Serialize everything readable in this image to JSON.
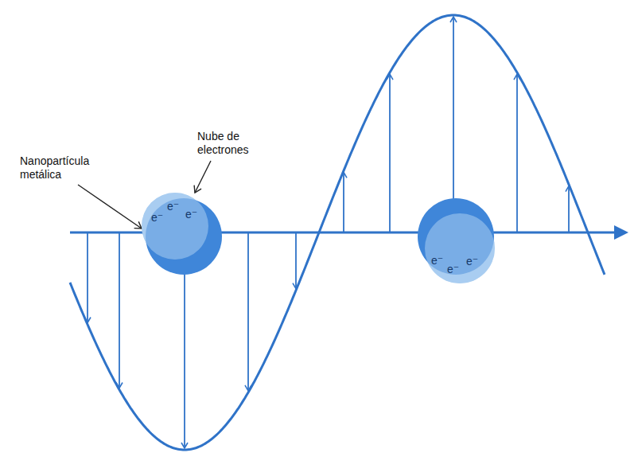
{
  "diagram": {
    "nodes": [
      {
        "text": [
          "e⁻",
          "e⁻",
          "e⁻"
        ]
      },
      {
        "text": [
          "e⁻",
          "e⁻",
          "e⁻"
        ]
      }
    ],
    "labels": [
      "Nube de electrones",
      "Nanopartícula metálica"
    ]
  }
}
